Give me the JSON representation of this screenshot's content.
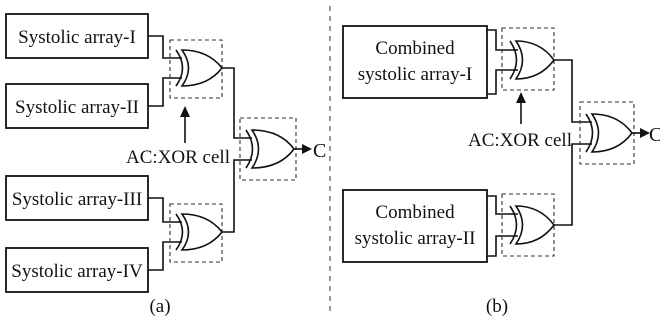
{
  "panel_a": {
    "blocks": [
      "Systolic array-I",
      "Systolic array-II",
      "Systolic array-III",
      "Systolic array-IV"
    ],
    "cell_label": "AC:XOR cell",
    "output_label": "C",
    "caption": "(a)"
  },
  "panel_b": {
    "blocks": [
      {
        "line1": "Combined",
        "line2": "systolic array-I"
      },
      {
        "line1": "Combined",
        "line2": "systolic array-II"
      }
    ],
    "cell_label": "AC:XOR cell",
    "output_label": "C",
    "caption": "(b)"
  },
  "colors": {
    "stroke": "#111111",
    "background": "#ffffff"
  }
}
